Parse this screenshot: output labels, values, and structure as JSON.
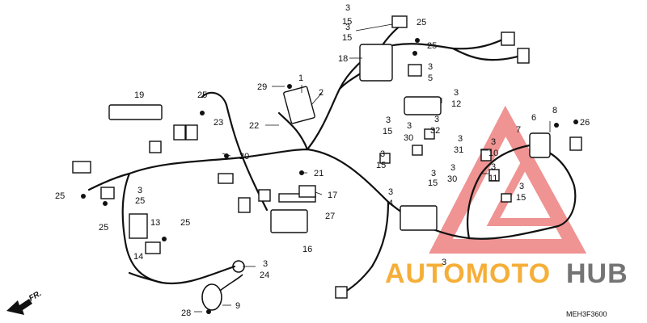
{
  "diagram": {
    "code": "MEH3F3600",
    "direction_label": "FR.",
    "watermark": {
      "part1": "AUTOMOTO",
      "part2": "HUB",
      "color1": "#f5a623",
      "color2": "#666666",
      "triangle_color": "#e23b3b"
    },
    "callouts": {
      "c1": "1",
      "c2": "2",
      "c3a": "3",
      "c15a": "15",
      "c3b": "3",
      "c15b": "15",
      "c25a": "25",
      "c25b": "25",
      "c18": "18",
      "c3c": "3",
      "c5": "5",
      "c3d": "3",
      "c12": "12",
      "c29": "29",
      "c19": "19",
      "c25c": "25",
      "c23": "23",
      "c22": "22",
      "c20": "20",
      "c21": "21",
      "c17": "17",
      "c27": "27",
      "c16": "16",
      "c3e": "3",
      "c25d": "25",
      "c25e": "25",
      "c25f": "25",
      "c13": "13",
      "c25g": "25",
      "c14": "14",
      "c3f": "3",
      "c24": "24",
      "c28": "28",
      "c9": "9",
      "c3g": "3",
      "c15c": "15",
      "c3h": "3",
      "c15d": "15",
      "c3i": "3",
      "c30a": "30",
      "c3j": "3",
      "c32": "32",
      "c3k": "3",
      "c31": "31",
      "c3l": "3",
      "c30b": "30",
      "c3m": "3",
      "c4": "4",
      "c3n": "3",
      "c15e": "15",
      "c3o": "3",
      "c10": "10",
      "c3p": "3",
      "c11": "11",
      "c3q": "3",
      "c15f": "15",
      "c6": "6",
      "c7": "7",
      "c8": "8",
      "c26": "26",
      "c3r": "3"
    }
  }
}
